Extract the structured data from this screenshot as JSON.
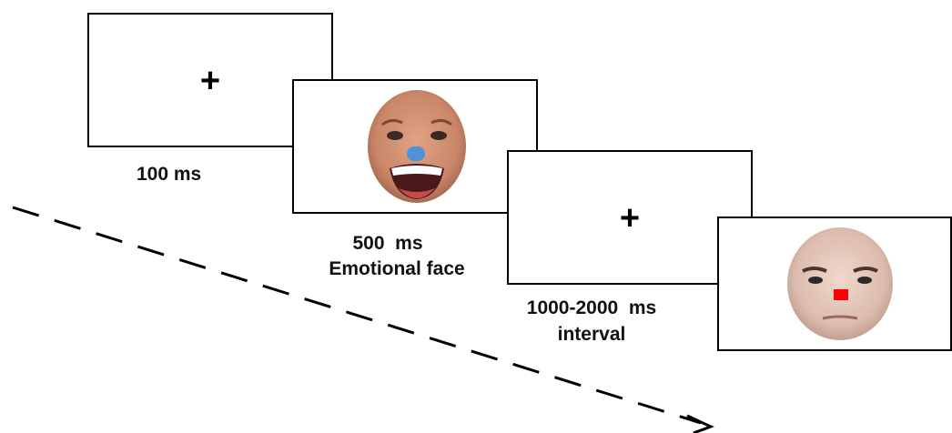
{
  "screens": {
    "fixation_1": {
      "symbol": "+",
      "duration_label": "100 ms"
    },
    "emotional_face": {
      "duration_label": "500  ms",
      "description_label": "Emotional face",
      "cue_color": "#4f93d6"
    },
    "fixation_2": {
      "symbol": "+",
      "duration_label": "1000-2000  ms",
      "description_label": "interval"
    },
    "target_face": {
      "cue_color": "#ff0000"
    }
  },
  "colors": {
    "frame": "#000000",
    "background": "#ffffff",
    "text": "#111111"
  }
}
